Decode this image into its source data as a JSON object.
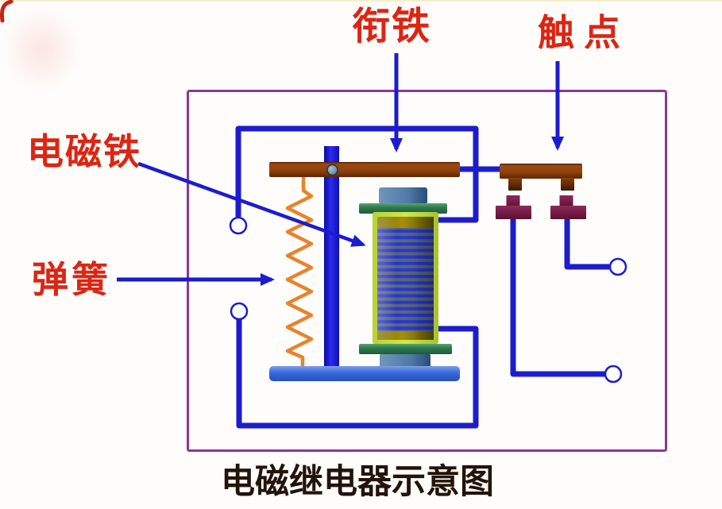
{
  "diagram": {
    "caption": "电磁继电器示意图",
    "labels": {
      "armature": "衔铁",
      "contact": "触点",
      "electromagnet": "电磁铁",
      "spring": "弹簧"
    }
  },
  "colors": {
    "label_red": "#dc2513",
    "caption_dark": "#241309",
    "wire_blue": "#1c1ccd",
    "arrow_blue": "#2222cc",
    "outline_purple": "#8b3990",
    "spring_orange": "#e8832c",
    "armature_brown": "#8f430c",
    "contact_tab_brown": "#6b3006",
    "contact_maroon": "#7c2050",
    "core_blue": "#1515cc",
    "coil_lime": "#c3dc3a",
    "coil_olive": "#8f7d05",
    "winding_blue": "#2236cc",
    "winding_gap_gray": "#5a6278",
    "flange_green": "#2f7a4e",
    "cap_steel": "#4f7ba6",
    "base_blue": "#3a68d8",
    "pivot_gray": "#7e93a8"
  }
}
